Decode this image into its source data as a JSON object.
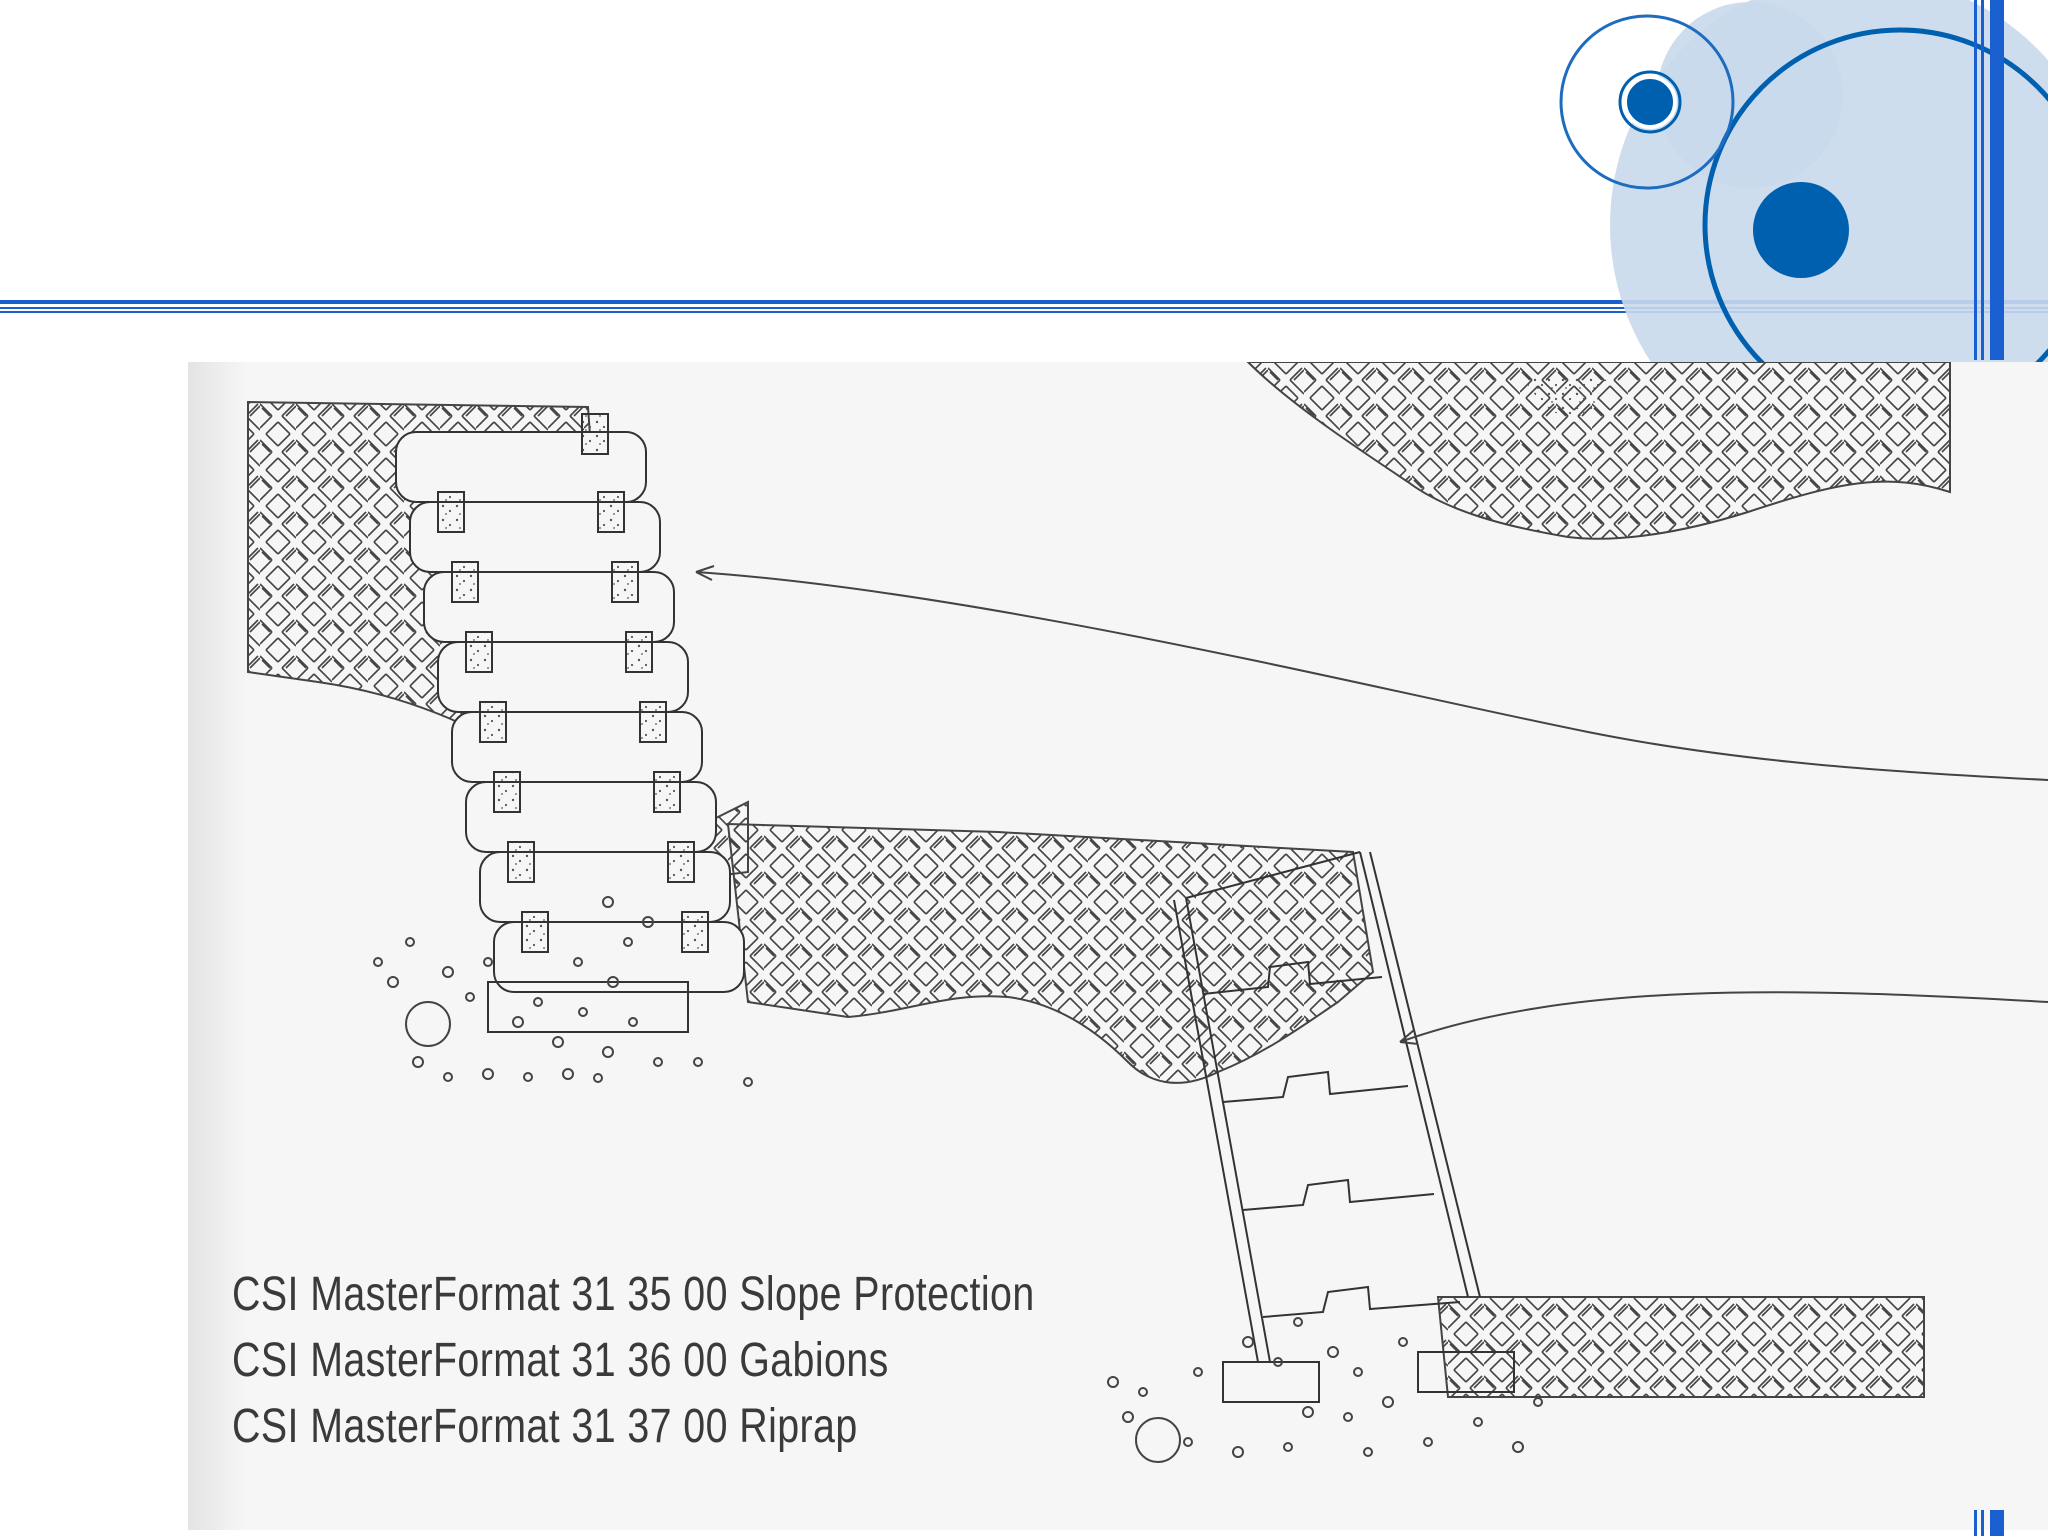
{
  "caption": {
    "lines": [
      "CSI MasterFormat 31 35 00 Slope Protection",
      "CSI MasterFormat 31 36 00 Gabions",
      "CSI MasterFormat 31 37 00 Riprap"
    ]
  },
  "colors": {
    "accent": "#0060b0",
    "accent_light": "#c9d9eb",
    "bar": "#1a5fd0"
  }
}
